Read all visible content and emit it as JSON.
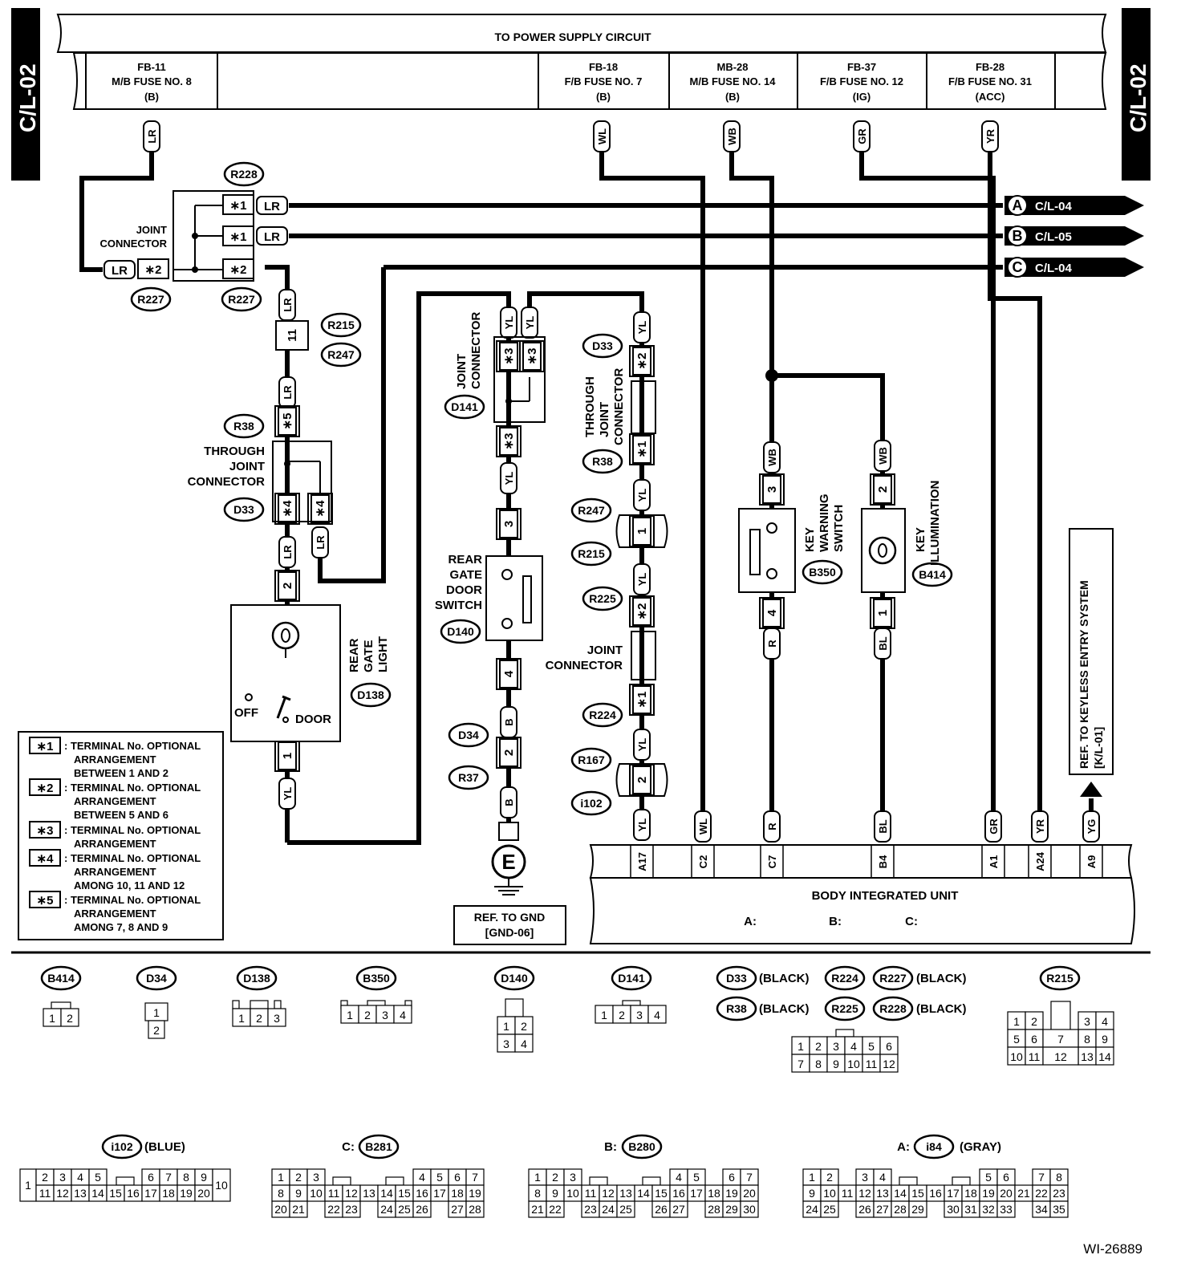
{
  "header": {
    "title": "TO POWER SUPPLY CIRCUIT",
    "side_label": "C/L-02",
    "fuses": [
      {
        "id": "FB-11",
        "name": "M/B FUSE NO. 8",
        "supply": "(B)"
      },
      {
        "id": "FB-18",
        "name": "F/B FUSE NO. 7",
        "supply": "(B)"
      },
      {
        "id": "MB-28",
        "name": "M/B FUSE NO. 14",
        "supply": "(B)"
      },
      {
        "id": "FB-37",
        "name": "F/B FUSE NO. 12",
        "supply": "(IG)"
      },
      {
        "id": "FB-28",
        "name": "F/B FUSE NO. 31",
        "supply": "(ACC)"
      }
    ]
  },
  "offpage": [
    {
      "letter": "A",
      "ref": "C/L-04"
    },
    {
      "letter": "B",
      "ref": "C/L-05"
    },
    {
      "letter": "C",
      "ref": "C/L-04"
    }
  ],
  "wires": {
    "LR": "LR",
    "WL": "WL",
    "WB": "WB",
    "GR": "GR",
    "YR": "YR",
    "YL": "YL",
    "B": "B",
    "R": "R",
    "BL": "BL",
    "YG": "YG"
  },
  "terminals": {
    "s1": "∗1",
    "s2": "∗2",
    "s3": "∗3",
    "s4": "∗4",
    "s5": "∗5",
    "n1": "1",
    "n2": "2",
    "n3": "3",
    "n4": "4",
    "n11": "11"
  },
  "connectors": {
    "R228": "R228",
    "R227": "R227",
    "R215": "R215",
    "R247": "R247",
    "R38": "R38",
    "D33": "D33",
    "D138": "D138",
    "D141": "D141",
    "D140": "D140",
    "D34": "D34",
    "R37": "R37",
    "R225": "R225",
    "R224": "R224",
    "R167": "R167",
    "i102": "i102",
    "B350": "B350",
    "B414": "B414",
    "i84": "i84",
    "B280": "B280",
    "B281": "B281"
  },
  "labels": {
    "joint_connector_1": "JOINT",
    "joint_connector_2": "CONNECTOR",
    "through_1": "THROUGH",
    "through_2": "JOINT",
    "through_3": "CONNECTOR",
    "rear_gate_light_1": "REAR",
    "rear_gate_light_2": "GATE",
    "rear_gate_light_3": "LIGHT",
    "off": "OFF",
    "door": "DOOR",
    "rear_gate_door_1": "REAR",
    "rear_gate_door_2": "GATE",
    "rear_gate_door_3": "DOOR",
    "rear_gate_door_4": "SWITCH",
    "key_warning_1": "KEY",
    "key_warning_2": "WARNING",
    "key_warning_3": "SWITCH",
    "key_illum_1": "KEY",
    "key_illum_2": "ILLUMINATION",
    "keyless_1": "REF. TO KEYLESS ENTRY SYSTEM",
    "keyless_2": "[K/L-01]",
    "gnd_1": "REF. TO GND",
    "gnd_2": "[GND-06]",
    "ground_symbol": "E",
    "body_unit": "BODY INTEGRATED UNIT",
    "bu_a": "A:",
    "bu_b": "B:",
    "bu_c": "C:",
    "figure_id": "WI-26889"
  },
  "bu_pins": [
    "A17",
    "C2",
    "C7",
    "B4",
    "A1",
    "A24",
    "A9"
  ],
  "legend": [
    {
      "mark": "∗1",
      "lines": [
        ": TERMINAL No. OPTIONAL",
        "ARRANGEMENT",
        "BETWEEN 1 AND 2"
      ]
    },
    {
      "mark": "∗2",
      "lines": [
        ": TERMINAL No. OPTIONAL",
        "ARRANGEMENT",
        "BETWEEN 5 AND 6"
      ]
    },
    {
      "mark": "∗3",
      "lines": [
        ": TERMINAL No. OPTIONAL",
        "ARRANGEMENT"
      ]
    },
    {
      "mark": "∗4",
      "lines": [
        ": TERMINAL No. OPTIONAL",
        "ARRANGEMENT",
        "AMONG 10, 11 AND 12"
      ]
    },
    {
      "mark": "∗5",
      "lines": [
        ": TERMINAL No. OPTIONAL",
        "ARRANGEMENT",
        "AMONG 7, 8 AND 9"
      ]
    }
  ],
  "connector_views": {
    "black": "(BLACK)",
    "blue": "(BLUE)",
    "gray": "(GRAY)",
    "prefix_a": "A:",
    "prefix_b": "B:",
    "prefix_c": "C:"
  }
}
